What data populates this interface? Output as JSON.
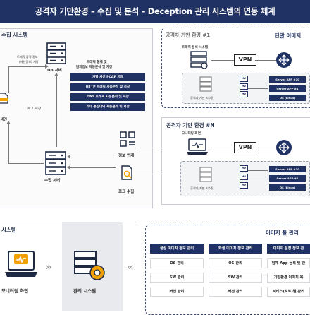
{
  "title": "공격자 기만환경 – 수집 및 분석 – Deception 관리 시스템의 연동 체계",
  "collect": {
    "title": "수집 시스템",
    "note_top": [
      "트래픽 증적 정보",
      "(색인정보) 저장"
    ],
    "db_label": "DB 서버",
    "log_save": "로그 저장",
    "index_label": "색인",
    "collect_label": "수집 서버",
    "analysis_head": [
      "트래픽 통계 및",
      "탐지정보 자동분석 및 저장"
    ],
    "analysis_items": [
      "개별 세션 PCAP 저장",
      "HTTP 트래픽 자동분석 및 저장",
      "DNS 트래픽 자동분석 및 저장",
      "기타 통신내역 자동분석 및 저장"
    ],
    "info_link": "정보 연계",
    "log_collect": "로그 수집"
  },
  "env1": {
    "title": "공격자 기만 환경 #1",
    "right_title": "단말 이미지",
    "traffic_label": "트래픽 분석 시스템",
    "vpn": "VPN",
    "inner_label": "공격자 기만 시스템",
    "vm_labels": [
      "MV",
      "MV",
      "MV"
    ],
    "servers": [
      "Server APP #10",
      "Server APP #1",
      "OS (Linux)"
    ]
  },
  "dots": "⋮",
  "envN": {
    "title": "공격자 기만 환경 #N",
    "monitor_label": "모니터링 화면",
    "vpn": "VPN",
    "inner_label": "공격자 기만 시스템",
    "vm_labels": [
      "MV",
      "MV",
      "MV"
    ],
    "servers": [
      "Server APP #10",
      "Server APP #1",
      "OS (Linux)"
    ]
  },
  "manage": {
    "title": "시스템",
    "monitor_label": "모니터링 화면",
    "system_label": "관리 시스템",
    "chevrons": "»",
    "chevrons_left": "«"
  },
  "pool": {
    "title": "이미지 풀 관리",
    "columns": [
      {
        "head": "생성 이미지 정보 관리",
        "cells": [
          "OS 관리",
          "SW 관리",
          "버전 관리"
        ]
      },
      {
        "head": "화생 이미지 정보 관리",
        "cells": [
          "OS 관리",
          "SW 관리",
          "버전 관리"
        ]
      },
      {
        "head": "이미지 설정 정보 관",
        "cells": [
          "탐재 App 등록 및 관",
          "기만환경 이미지 복",
          "서비스(포트)별 관리"
        ]
      }
    ]
  },
  "colors": {
    "navy": "#1f3263",
    "accent_orange": "#f0a000"
  }
}
